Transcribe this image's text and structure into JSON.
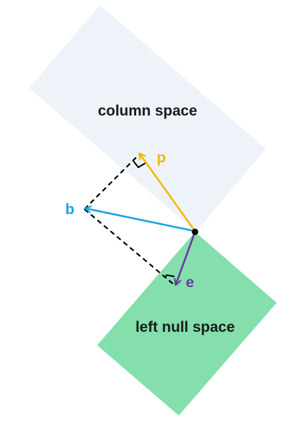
{
  "regions": {
    "column_space": {
      "label": "column space",
      "color": "#eef3fa"
    },
    "left_null_space": {
      "label": "left null space",
      "color": "#84dfac"
    }
  },
  "vectors": {
    "p": {
      "label": "p",
      "color": "#f5b800"
    },
    "b": {
      "label": "b",
      "color": "#1aa3e6"
    },
    "e": {
      "label": "e",
      "color": "#6a37a0"
    }
  },
  "projection_lines": {
    "color": "#000000",
    "style": "dashed"
  },
  "right_angle_marker_color": "#000000",
  "origin_point_color": "#000000"
}
